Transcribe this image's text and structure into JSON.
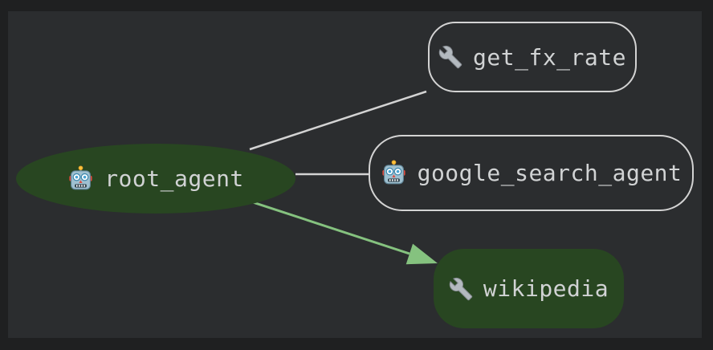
{
  "colors": {
    "frame_bg": "#1f2021",
    "canvas_bg": "#2b2d2f",
    "node_fill": "#284621",
    "node_border": "#d3d3d3",
    "node_text": "#d1d3d4",
    "edge_default": "#d3d3d3",
    "edge_highlight": "#85c27f"
  },
  "graph": {
    "nodes": [
      {
        "id": "root_agent",
        "label": "root_agent",
        "icon": "robot-icon",
        "kind": "agent",
        "shape": "ellipse",
        "filled": true
      },
      {
        "id": "get_fx_rate",
        "label": "get_fx_rate",
        "icon": "wrench-icon",
        "kind": "tool",
        "shape": "rounded-rect",
        "filled": false
      },
      {
        "id": "google_search_agent",
        "label": "google_search_agent",
        "icon": "robot-icon",
        "kind": "agent",
        "shape": "rounded-rect",
        "filled": false
      },
      {
        "id": "wikipedia",
        "label": "wikipedia",
        "icon": "wrench-icon",
        "kind": "tool",
        "shape": "rounded-rect",
        "filled": true
      }
    ],
    "edges": [
      {
        "from": "root_agent",
        "to": "get_fx_rate",
        "style": "plain"
      },
      {
        "from": "root_agent",
        "to": "google_search_agent",
        "style": "plain"
      },
      {
        "from": "root_agent",
        "to": "wikipedia",
        "style": "highlighted-arrow"
      }
    ]
  }
}
